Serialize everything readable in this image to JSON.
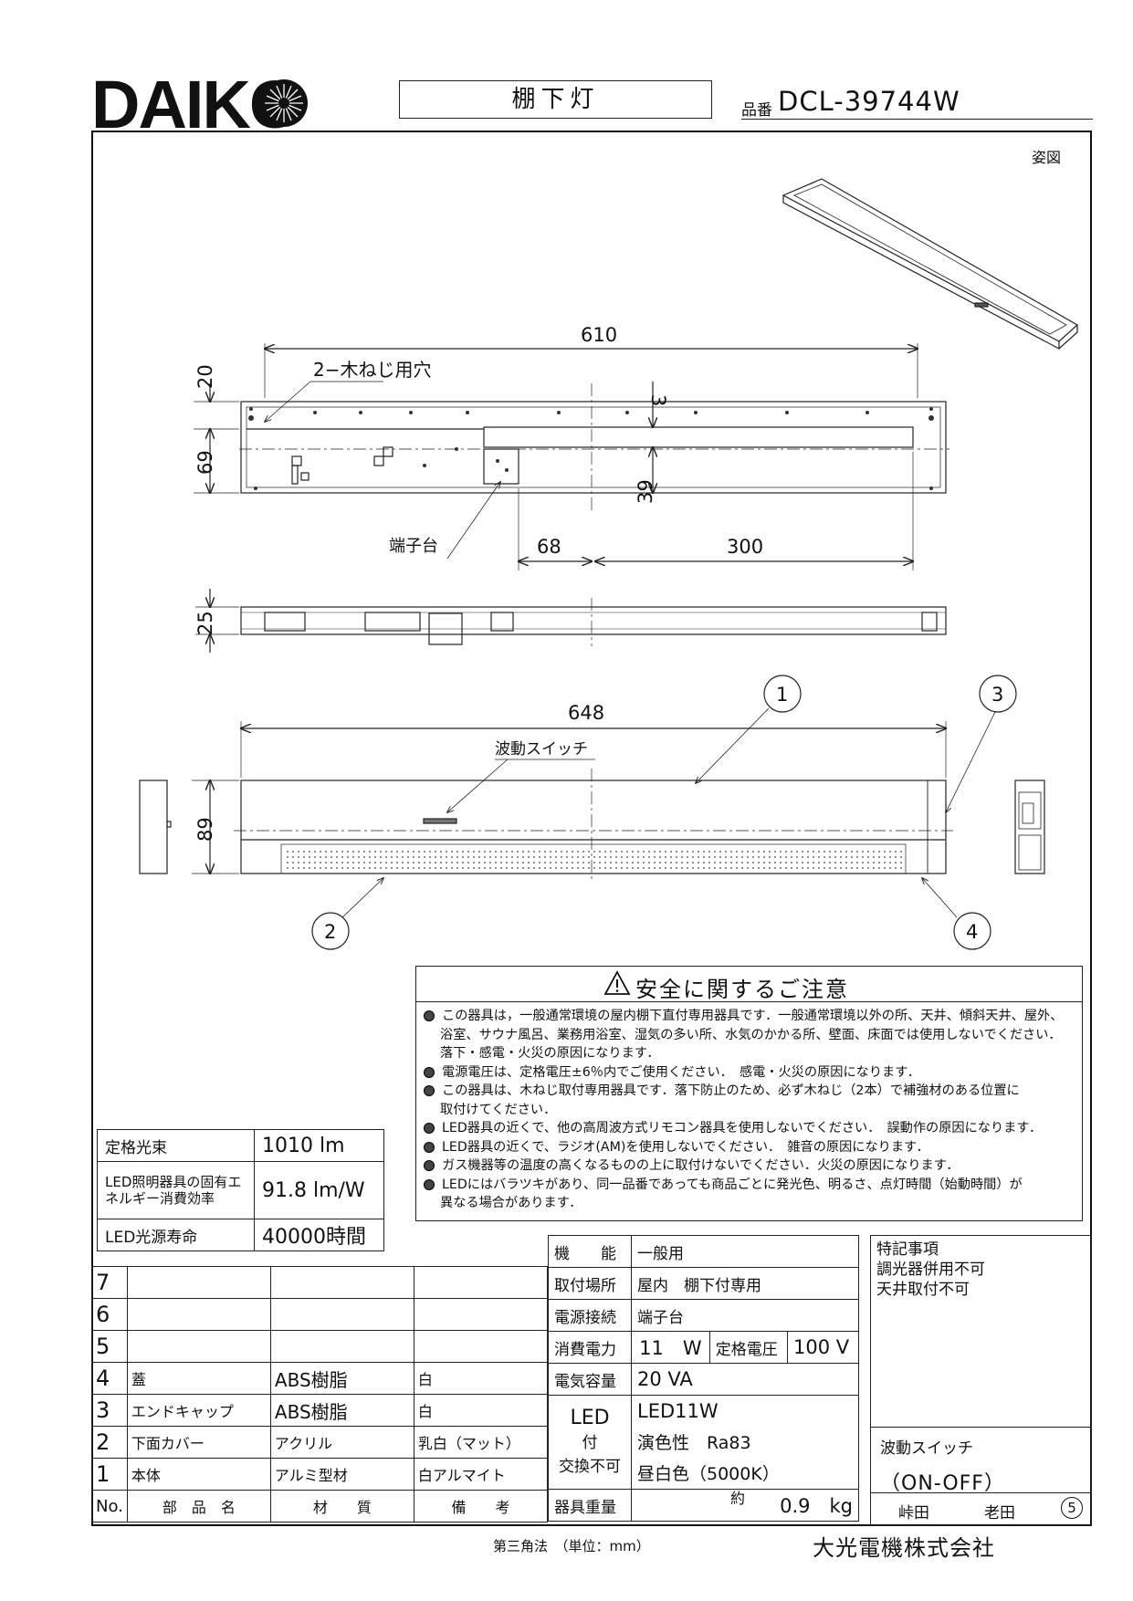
{
  "header": {
    "brand": "DAIKO",
    "product_type": "棚下灯",
    "part_no_label": "品番",
    "part_no": "DCL-39744W"
  },
  "drawing": {
    "view_label": "姿図",
    "dims": {
      "d610": "610",
      "d20": "20",
      "d69": "69",
      "d3": "3",
      "d39": "39",
      "d68": "68",
      "d300": "300",
      "d25": "25",
      "d648": "648",
      "d89": "89"
    },
    "labels": {
      "screw_holes": "2−木ねじ用穴",
      "terminal": "端子台",
      "wave_switch": "波動スイッチ"
    },
    "callouts": [
      "1",
      "2",
      "3",
      "4"
    ]
  },
  "safety": {
    "title": "安全に関するご注意",
    "lines": [
      "この器具は，一般通常環境の屋内棚下直付専用器具です．一般通常環境以外の所、天井、傾斜天井、屋外、",
      "浴室、サウナ風呂、業務用浴室、湿気の多い所、水気のかかる所、壁面、床面では使用しないでください．",
      "落下・感電・火災の原因になります．",
      "電源電圧は、定格電圧±6％内でご使用ください．　感電・火災の原因になります．",
      "この器具は、木ねじ取付専用器具です．落下防止のため、必ず木ねじ（2本）で補強材のある位置に",
      "取付けてください．",
      "LED器具の近くで、他の高周波方式リモコン器具を使用しないでください．　誤動作の原因になります．",
      "LED器具の近くで、ラジオ(AM)を使用しないでください．　雑音の原因になります．",
      "ガス機器等の温度の高くなるものの上に取付けないでください．火災の原因になります．",
      "LEDにはバラツキがあり、同一品番であっても商品ごとに発光色、明るさ、点灯時間（始動時間）が",
      "異なる場合があります．"
    ]
  },
  "spec": [
    {
      "k": "定格光束",
      "v": "1010 lm"
    },
    {
      "k": "LED照明器具の固有エネルギー消費効率",
      "v": "91.8 lm/W"
    },
    {
      "k": "LED光源寿命",
      "v": "40000時間"
    }
  ],
  "parts": {
    "rows": [
      {
        "no": "7",
        "name": "",
        "material": "",
        "note": ""
      },
      {
        "no": "6",
        "name": "",
        "material": "",
        "note": ""
      },
      {
        "no": "5",
        "name": "",
        "material": "",
        "note": ""
      },
      {
        "no": "4",
        "name": "蓋",
        "material": "ABS樹脂",
        "note": "白"
      },
      {
        "no": "3",
        "name": "エンドキャップ",
        "material": "ABS樹脂",
        "note": "白"
      },
      {
        "no": "2",
        "name": "下面カバー",
        "material": "アクリル",
        "note": "乳白（マット）"
      },
      {
        "no": "1",
        "name": "本体",
        "material": "アルミ型材",
        "note": "白アルマイト"
      }
    ],
    "header": {
      "no": "No.",
      "name": "部　品　名",
      "material": "材　　質",
      "note": "備　　考"
    }
  },
  "main": {
    "function_k": "機　　能",
    "function_v": "一般用",
    "mount_k": "取付場所",
    "mount_v": "屋内　棚下付専用",
    "conn_k": "電源接続",
    "conn_v": "端子台",
    "power_k": "消費電力",
    "power_v": "11　W",
    "volt_k": "定格電圧",
    "volt_v": "100 V",
    "cap_k": "電気容量",
    "cap_v": "20 VA",
    "led_k1": "LED",
    "led_k2": "付",
    "led_k3": "交換不可",
    "led_v1": "LED11W",
    "led_v2": "演色性　Ra83",
    "led_v3": "昼白色（5000K）",
    "weight_k": "器具重量",
    "weight_pre": "約",
    "weight_v": "0.9　kg"
  },
  "notes": {
    "title": "特記事項",
    "l1": "調光器併用不可",
    "l2": "天井取付不可"
  },
  "switch": {
    "title": "波動スイッチ",
    "v": "（ON-OFF）"
  },
  "sign": {
    "a": "峠田",
    "b": "老田",
    "rev": "5"
  },
  "footer": {
    "projection": "第三角法　（単位：mm）",
    "company": "大光電機株式会社"
  }
}
